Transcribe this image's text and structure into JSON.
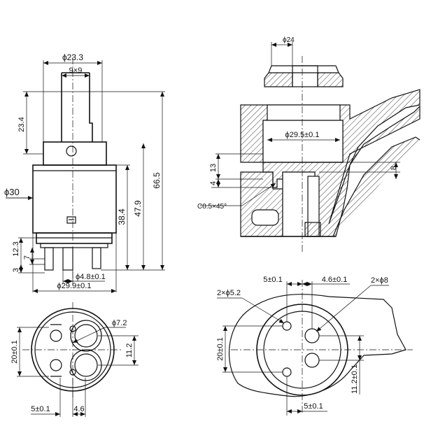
{
  "dimensions": {
    "d_23_3": "ϕ23.3",
    "sq_9x9": "9×9",
    "h_23_4": "23.4",
    "d_30": "ϕ30",
    "h_66_5": "66.5",
    "h_47_9": "47.9",
    "h_38_4": "38.4",
    "h_12_3": "12.3",
    "h_7": "7",
    "h_3": "3",
    "d_4_8": "ϕ4.8±0.1",
    "d_29_9": "ϕ29.9±0.1",
    "d_24": "ϕ24",
    "d_29_5": "ϕ29.5±0.1",
    "h_13": "13",
    "h_8": "8",
    "h_4": "4",
    "chamfer": "C0.5×45°",
    "d_7_2": "ϕ7.2",
    "w_20": "20±0.1",
    "h_11_2": "11.2",
    "w_5": "5±0.1",
    "w_4_6": "4.6",
    "top_5": "5±0.1",
    "top_4_6": "4.6±0.1",
    "holes_8": "2×ϕ8",
    "holes_5_2": "2×ϕ5.2",
    "r_20": "20±0.1",
    "r_11_2": "11.2±0.1",
    "r_5": "5±0.1"
  },
  "icons": {
    "cartridge": "cartridge-side-view-icon",
    "housing": "housing-section-view-icon"
  }
}
